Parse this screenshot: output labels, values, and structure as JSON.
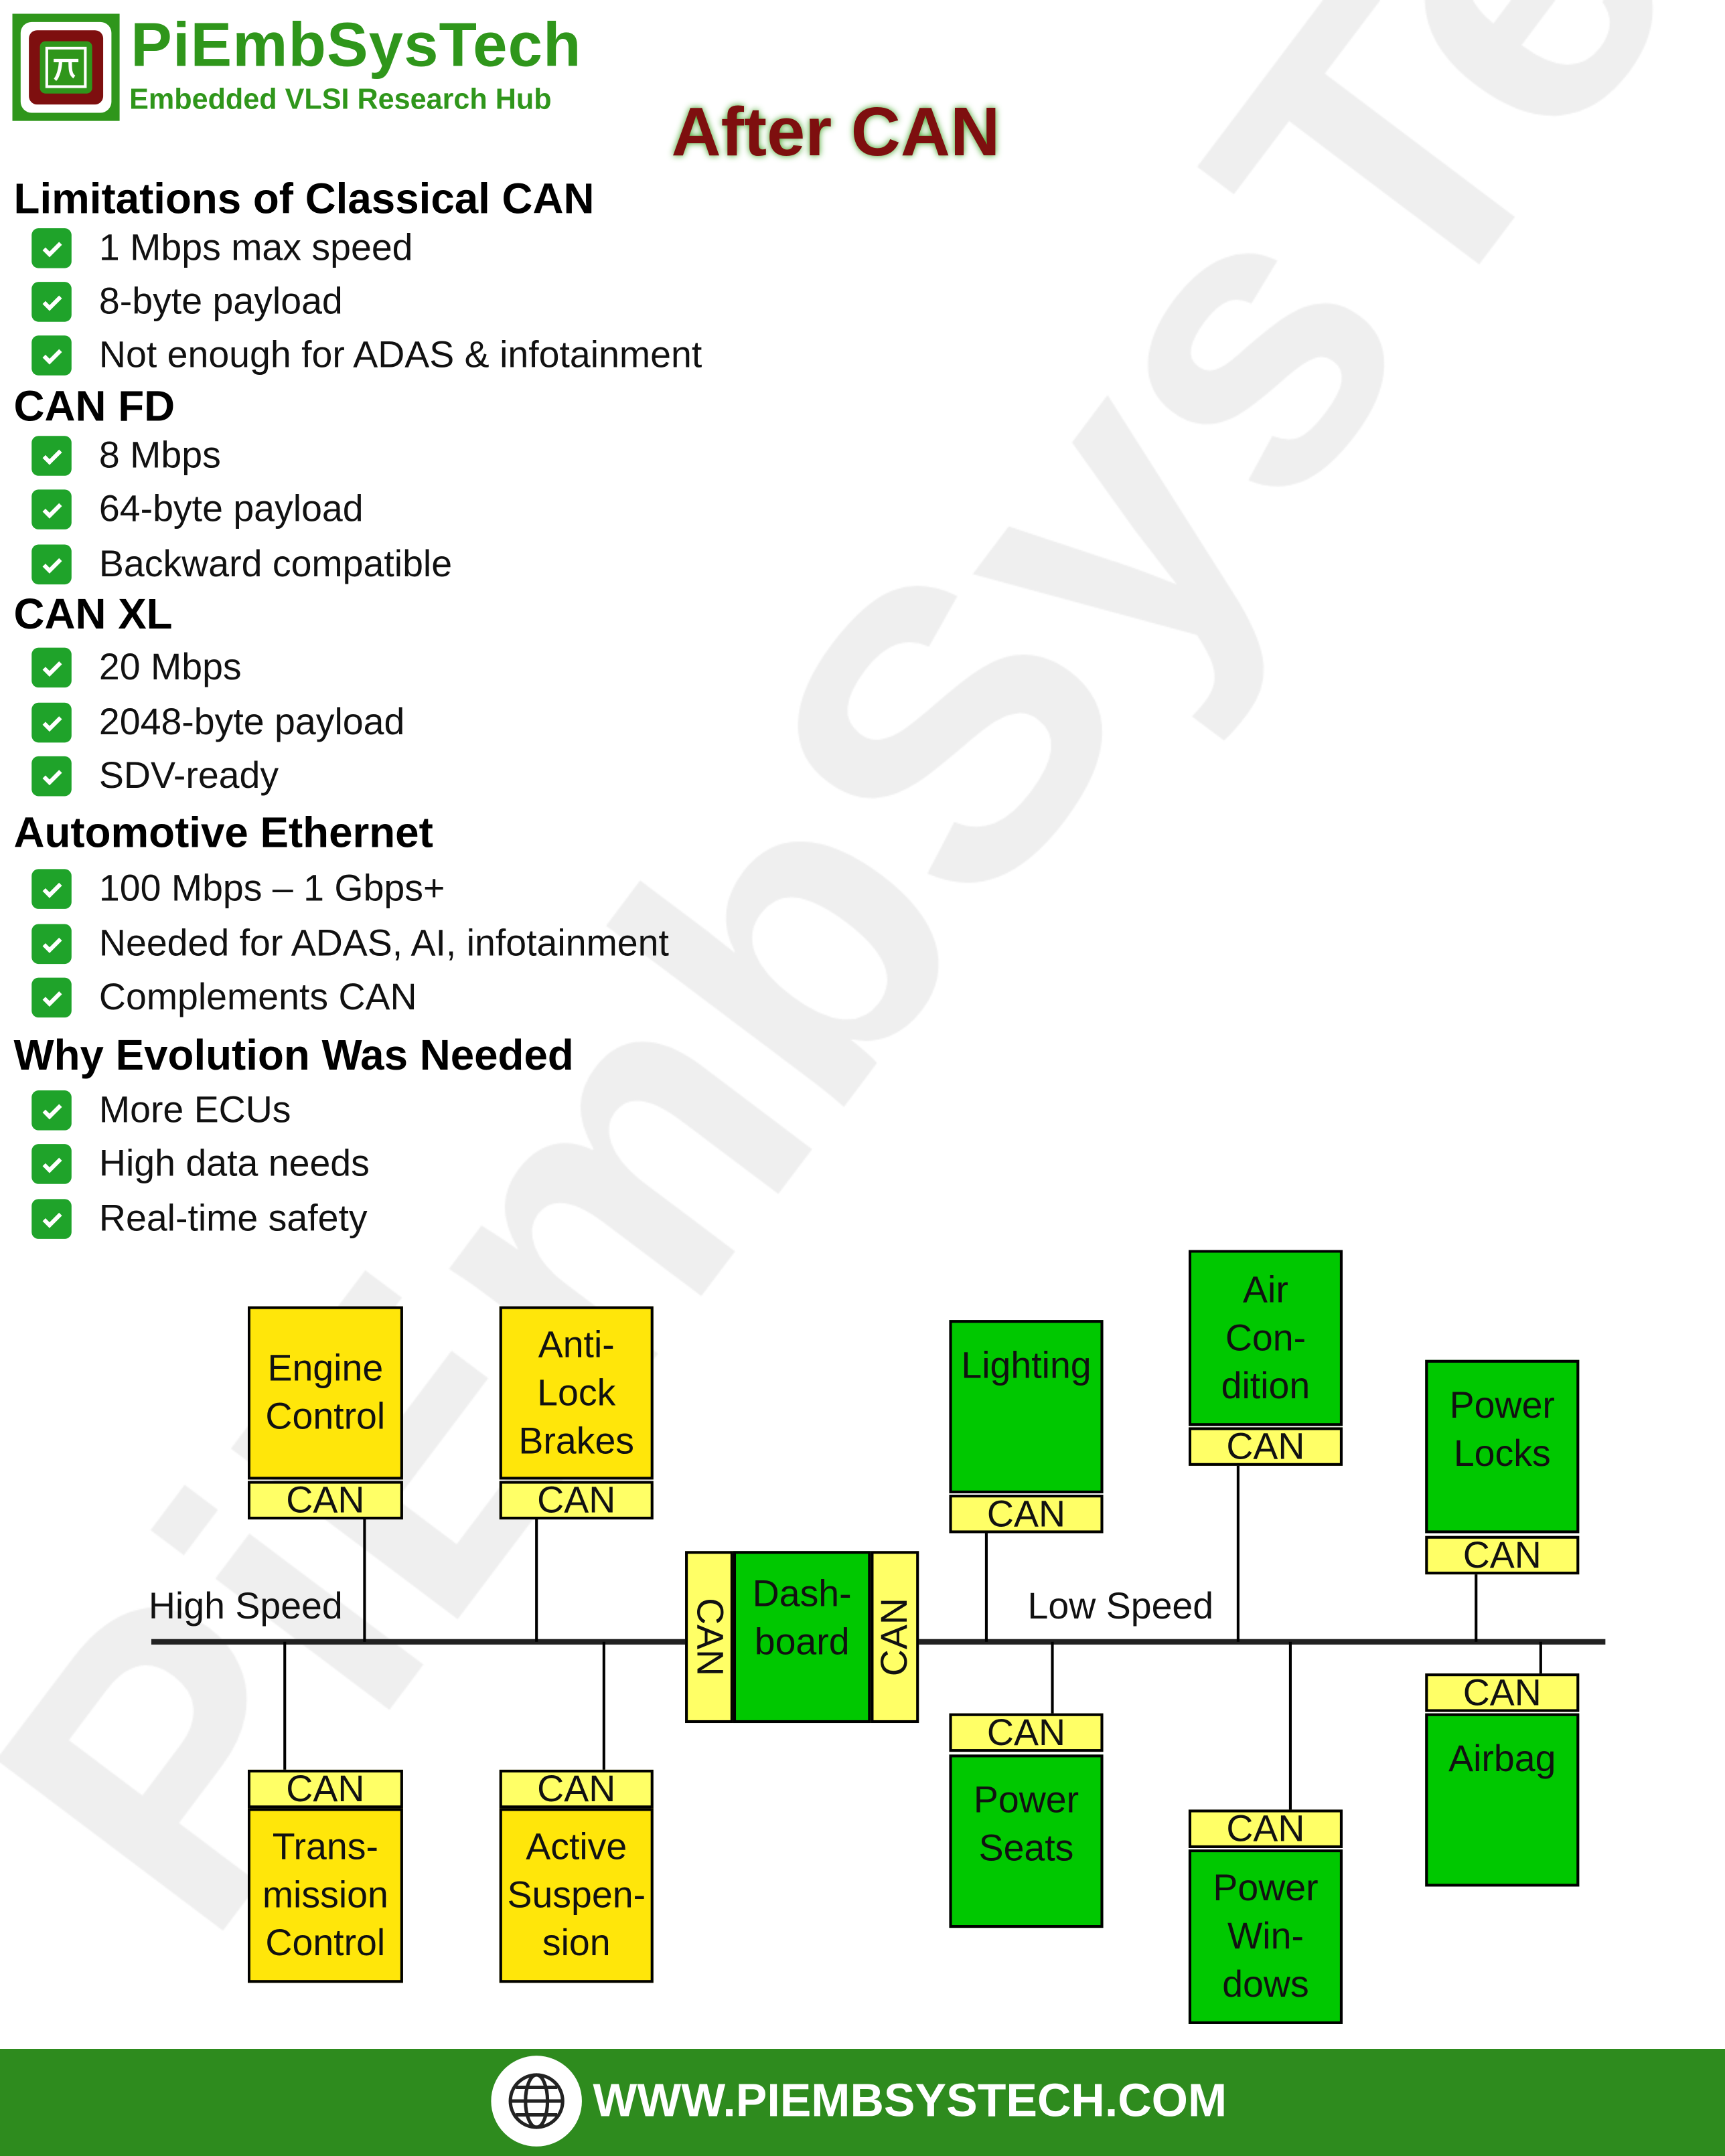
{
  "brand": {
    "name": "PiEmbSysTech",
    "tagline": "Embedded VLSI Research Hub",
    "logo_icon": "pi-chip-logo"
  },
  "title": "After CAN",
  "watermark": "PiEmbSysTech",
  "sections": [
    {
      "heading": "Limitations of Classical CAN",
      "items": [
        "1 Mbps max speed",
        "8-byte payload",
        "Not enough for ADAS & infotainment"
      ]
    },
    {
      "heading": "CAN FD",
      "items": [
        "8 Mbps",
        "64-byte payload",
        "Backward compatible"
      ]
    },
    {
      "heading": "CAN XL",
      "items": [
        "20 Mbps",
        "2048-byte payload",
        "SDV-ready"
      ]
    },
    {
      "heading": "Automotive Ethernet",
      "items": [
        "100 Mbps – 1 Gbps+",
        "Needed for ADAS, AI, infotainment",
        "Complements CAN"
      ]
    },
    {
      "heading": "Why Evolution Was Needed",
      "items": [
        "More ECUs",
        "High data needs",
        "Real-time safety"
      ]
    }
  ],
  "diagram": {
    "bus_labels": {
      "high": "High Speed",
      "low": "Low Speed"
    },
    "can_label": "CAN",
    "nodes": {
      "engine": "Engine Control",
      "abs": "Anti-Lock Brakes",
      "lighting": "Lighting",
      "aircon": "Air Con- dition",
      "locks": "Power Locks",
      "dashboard": "Dash- board",
      "trans": "Trans- mission Control",
      "susp": "Active Suspen- sion",
      "seats": "Power Seats",
      "windows": "Power Win- dows",
      "airbag": "Airbag"
    },
    "colors": {
      "high_speed": "#ffe60a",
      "low_speed": "#00c800",
      "can": "#ffff66"
    }
  },
  "footer": {
    "url": "WWW.PIEMBSYSTECH.COM",
    "icon": "globe-icon",
    "color": "#2e8b1e"
  }
}
